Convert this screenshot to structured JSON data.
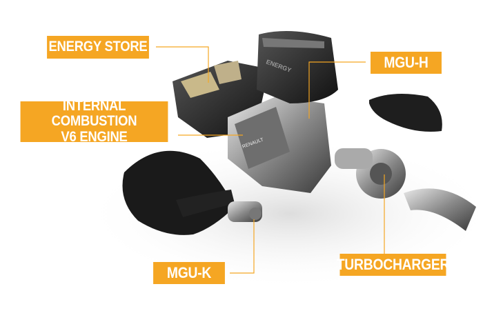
{
  "accent_color": "#f5a623",
  "labels": {
    "energy_store": "ENERGY STORE",
    "ice_line1": "INTERNAL COMBUSTION",
    "ice_line2": "V6 ENGINE",
    "mgu_h": "MGU-H",
    "mgu_k": "MGU-K",
    "turbocharger": "TURBOCHARGER"
  },
  "engine_branding": "RENAULT",
  "airbox_text": "ENERGY"
}
